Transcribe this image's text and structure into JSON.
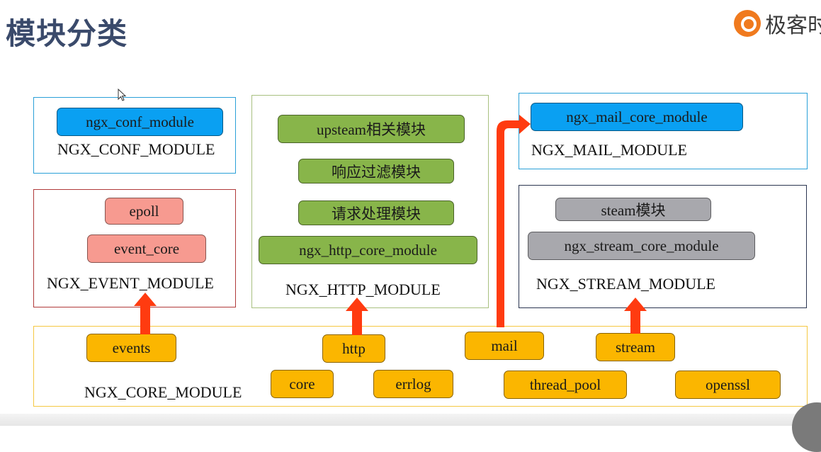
{
  "slide": {
    "title": "模块分类",
    "logo_text": "极客时间"
  },
  "groups": {
    "conf": {
      "module_label": "NGX_CONF_MODULE",
      "items": [
        "ngx_conf_module"
      ]
    },
    "event": {
      "module_label": "NGX_EVENT_MODULE",
      "items": [
        "epoll",
        "event_core"
      ]
    },
    "http": {
      "module_label": "NGX_HTTP_MODULE",
      "items": [
        "upsteam相关模块",
        "响应过滤模块",
        "请求处理模块",
        "ngx_http_core_module"
      ]
    },
    "mail": {
      "module_label": "NGX_MAIL_MODULE",
      "items": [
        "ngx_mail_core_module"
      ]
    },
    "stream": {
      "module_label": "NGX_STREAM_MODULE",
      "items": [
        "steam模块",
        "ngx_stream_core_module"
      ]
    },
    "core": {
      "module_label": "NGX_CORE_MODULE",
      "items": [
        "events",
        "http",
        "mail",
        "stream",
        "core",
        "errlog",
        "thread_pool",
        "openssl"
      ]
    }
  },
  "colors": {
    "title": "#3a4a6b",
    "conf_border": "#2aa0d8",
    "event_border": "#b03a3a",
    "http_border": "#a8c080",
    "mail_border": "#2aa0d8",
    "stream_border": "#2a3550",
    "core_border": "#f5c842",
    "arrow": "#ff3b10",
    "blue_pill": "#0aa0f2",
    "green_pill": "#88b54a",
    "red_pill": "#f79a90",
    "gray_pill": "#a8a8ad",
    "orange_pill": "#fbb600"
  }
}
